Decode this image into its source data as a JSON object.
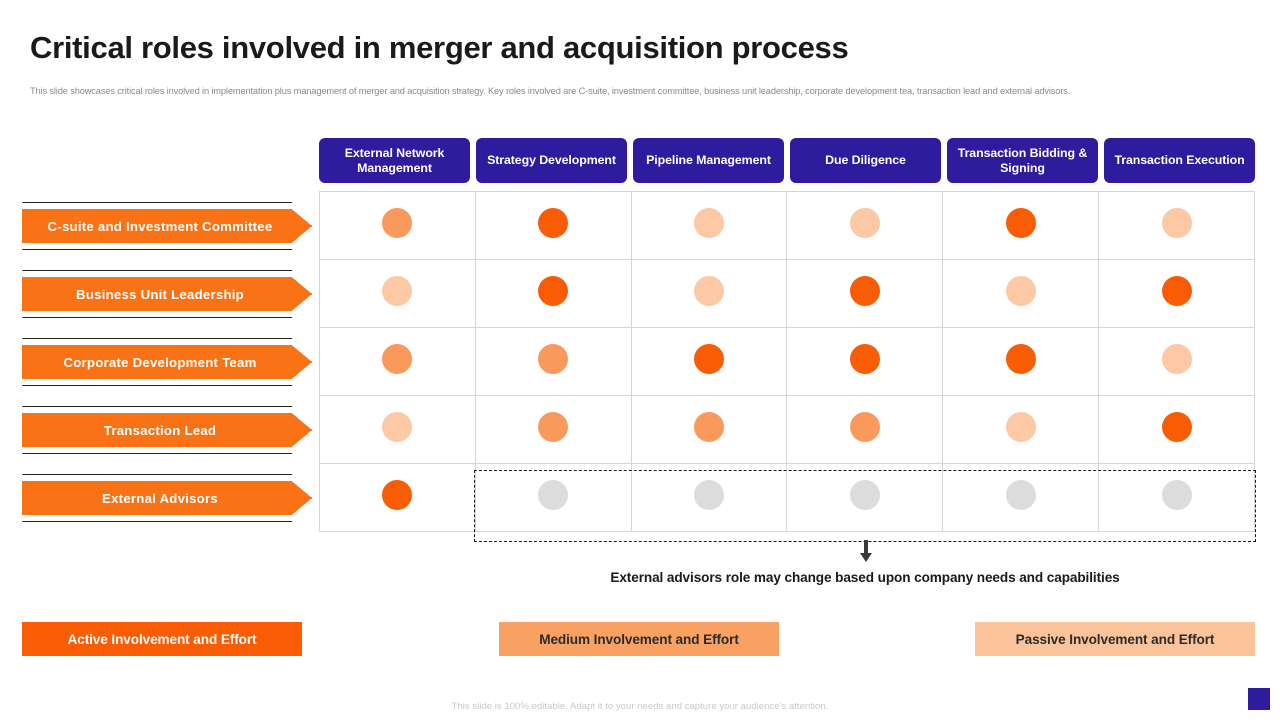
{
  "header": {
    "title": "Critical roles involved in merger and acquisition process",
    "subtitle": "This slide showcases critical roles involved in implementation plus management of merger and acquisition strategy. Key roles involved are C-suite, investment committee, business unit leadership, corporate development tea, transaction lead and external advisors."
  },
  "matrix": {
    "columns": [
      {
        "label": "External Network Management"
      },
      {
        "label": "Strategy Development"
      },
      {
        "label": "Pipeline Management"
      },
      {
        "label": "Due Diligence"
      },
      {
        "label": "Transaction Bidding & Signing"
      },
      {
        "label": "Transaction Execution"
      }
    ],
    "rows": [
      {
        "label": "C-suite and Investment Committee",
        "values": [
          "medium",
          "active",
          "passive",
          "passive",
          "active",
          "passive"
        ]
      },
      {
        "label": "Business Unit Leadership",
        "values": [
          "passive",
          "active",
          "passive",
          "active",
          "passive",
          "active"
        ]
      },
      {
        "label": "Corporate Development Team",
        "values": [
          "medium",
          "medium",
          "active",
          "active",
          "active",
          "passive"
        ]
      },
      {
        "label": "Transaction Lead",
        "values": [
          "passive",
          "medium",
          "medium",
          "medium",
          "passive",
          "active"
        ]
      },
      {
        "label": "External Advisors",
        "values": [
          "active",
          "none",
          "none",
          "none",
          "none",
          "none"
        ]
      }
    ]
  },
  "note": {
    "text": "External advisors role may change based upon company needs and capabilities",
    "arrow_icon": "down-arrow-icon"
  },
  "legend": [
    {
      "label": "Active Involvement and Effort",
      "color": "#f85c04"
    },
    {
      "label": "Medium Involvement and Effort",
      "color": "#f9a163"
    },
    {
      "label": "Passive Involvement and Effort",
      "color": "#fac39a"
    }
  ],
  "footer": {
    "note": "This slide is 100% editable. Adapt it to your needs and capture your audience's attention.",
    "corner_color": "#2e1b9e"
  },
  "colors": {
    "header_purple": "#2e1b9e",
    "arrow_orange": "#f97316",
    "active": "#f85c04",
    "medium": "#f99a5c",
    "passive": "#fcc9a4",
    "none": "#dcdcdc"
  }
}
